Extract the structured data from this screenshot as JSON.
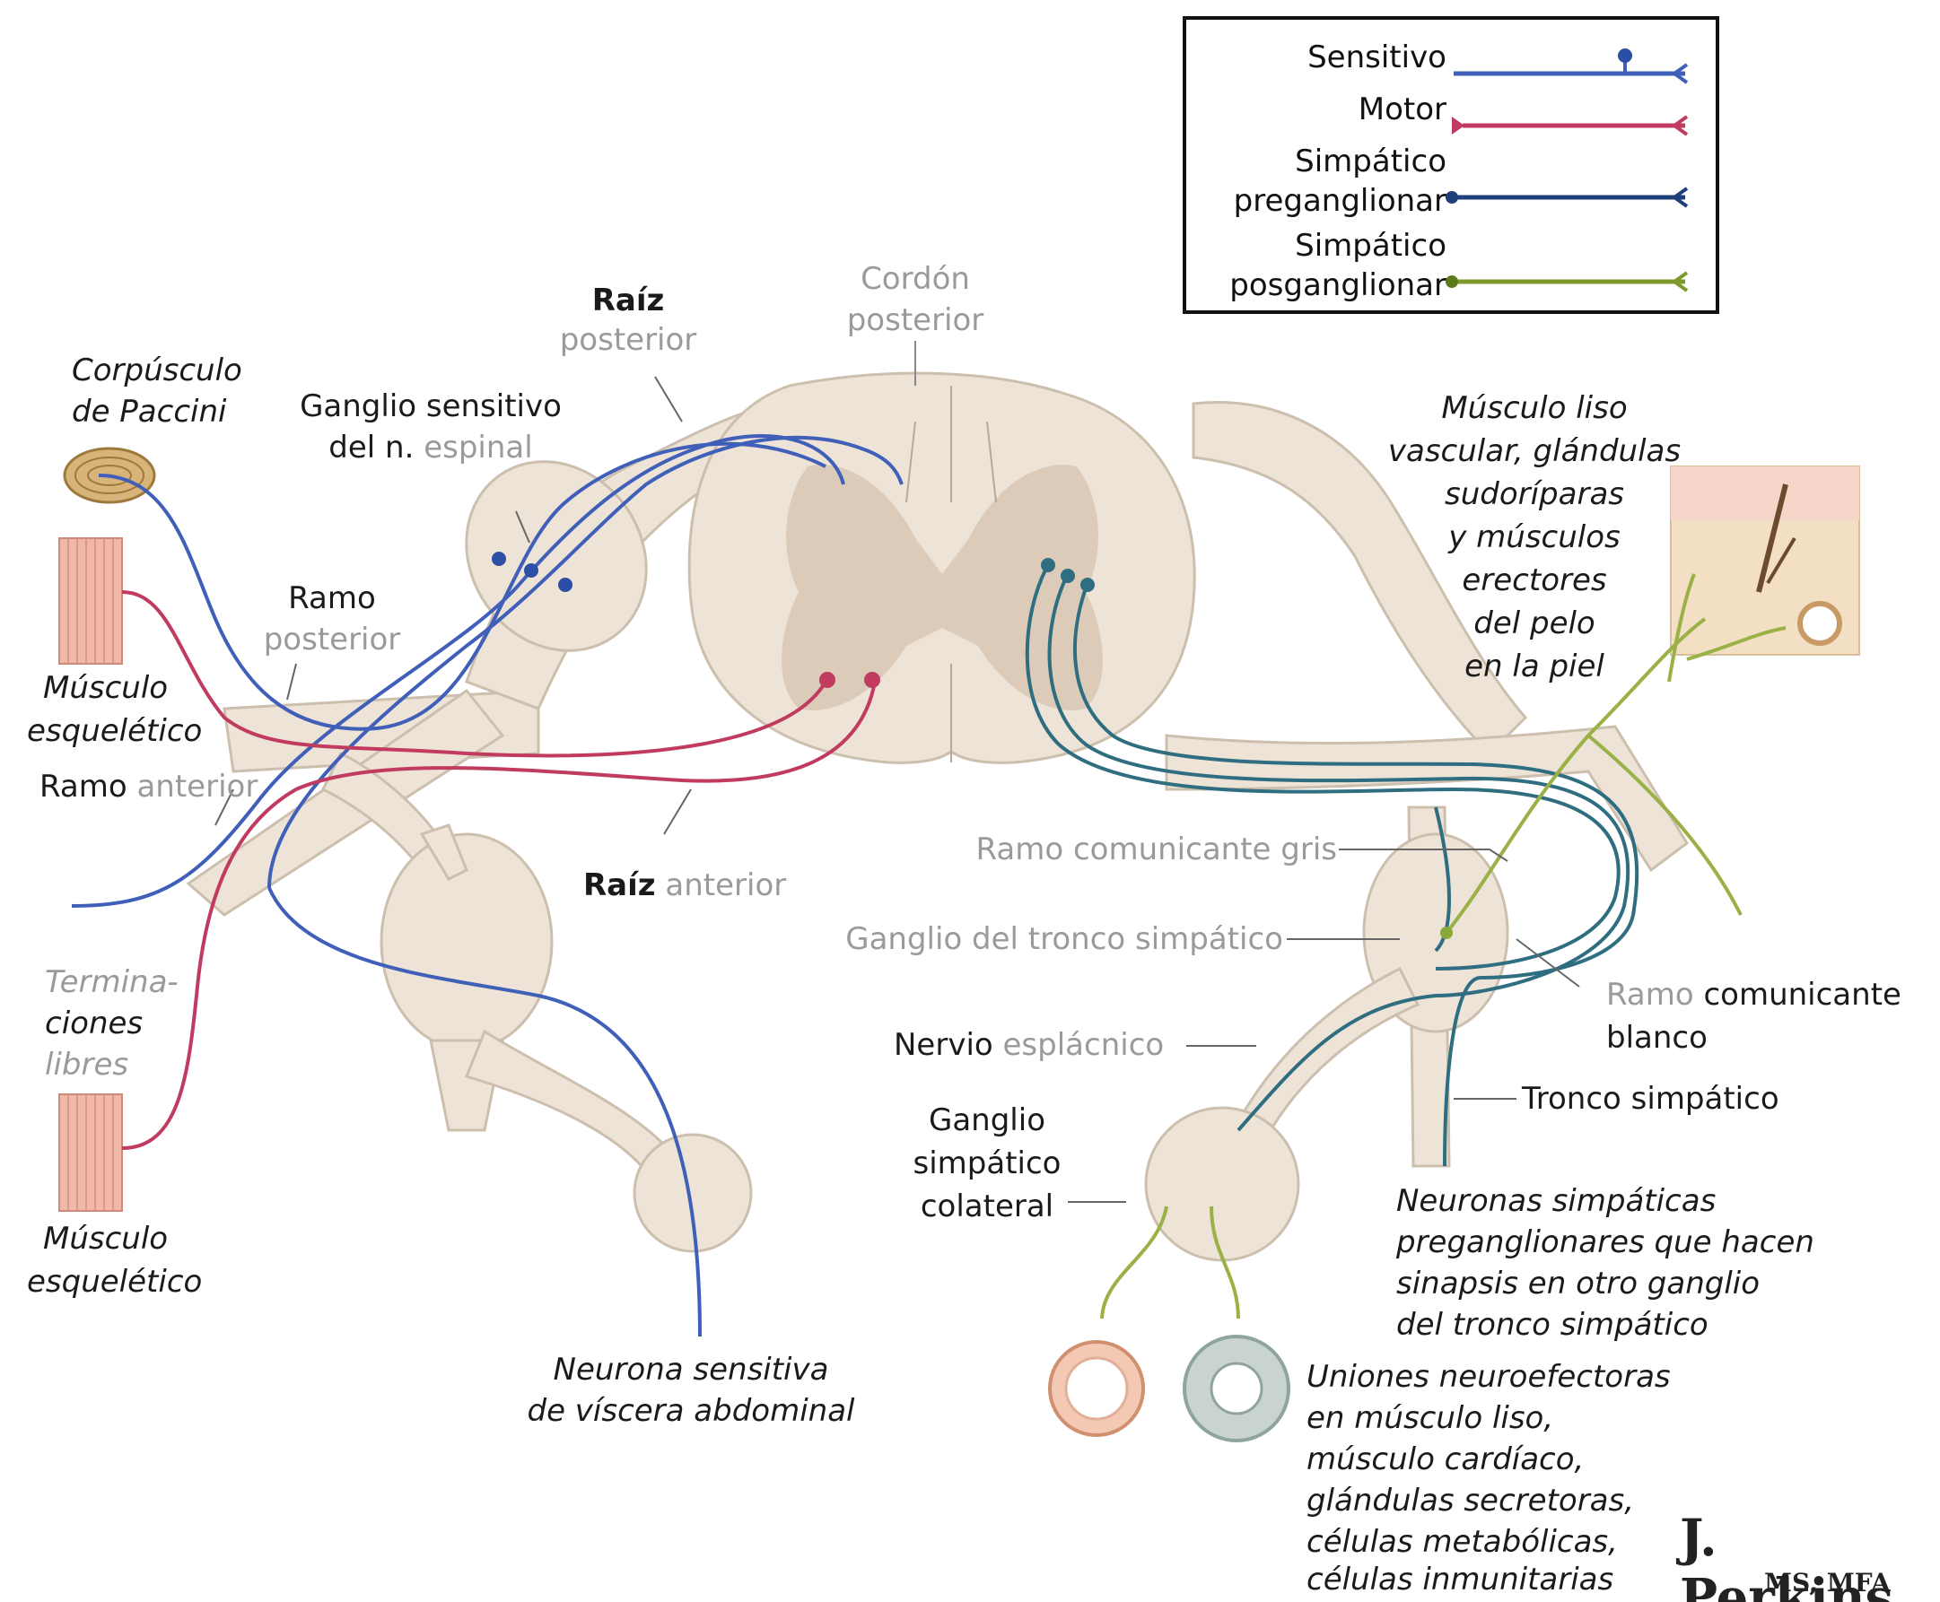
{
  "legend": [
    {
      "label": "Sensitivo",
      "color": "#3f5fb8"
    },
    {
      "label": "Motor",
      "color": "#c03b5f"
    },
    {
      "label_line1": "Simpático",
      "label_line2": "preganglionar",
      "color": "#1f3f7a"
    },
    {
      "label_line1": "Simpático",
      "label_line2": "posganglionar",
      "color": "#7e9a2c"
    }
  ],
  "labels": {
    "paccini": [
      "Corpúsculo",
      "de Paccini"
    ],
    "ganglio_sensitivo": [
      "Ganglio sensitivo"
    ],
    "ganglio_sensitivo_line2_dark": "del n.",
    "ganglio_sensitivo_line2_gray": "espinal",
    "raiz_posterior": [
      "Raíz",
      "posterior"
    ],
    "cordon_posterior": [
      "Cordón",
      "posterior"
    ],
    "ramo_posterior": [
      "Ramo",
      "posterior"
    ],
    "musculo_esqueletico_1": [
      "Músculo",
      "esquelético"
    ],
    "ramo_anterior": [
      "Ramo",
      "anterior"
    ],
    "terminaciones": [
      "Termina-",
      "ciones",
      "libres"
    ],
    "musculo_esqueletico_2": [
      "Músculo",
      "esquelético"
    ],
    "raiz_anterior": [
      "Raíz",
      "anterior"
    ],
    "neurona_visceral": [
      "Neurona sensitiva",
      "de víscera abdominal"
    ],
    "musculo_liso": [
      "Músculo liso",
      "vascular, glándulas",
      "sudoríparas",
      "y músculos",
      "erectores",
      "del pelo",
      "en la piel"
    ],
    "ramo_gris": "Ramo comunicante gris",
    "ganglio_tronco": "Ganglio del tronco simpático",
    "ramo_blanco": [
      "Ramo",
      "comunicante",
      "blanco"
    ],
    "nervio_esplacnico": [
      "Nervio",
      "esplácnico"
    ],
    "tronco_simpatico": "Tronco simpático",
    "ganglio_colateral": [
      "Ganglio",
      "simpático",
      "colateral"
    ],
    "neuronas_preganglionares": [
      "Neuronas simpáticas",
      "preganglionares que hacen",
      "sinapsis en otro ganglio",
      "del tronco simpático"
    ],
    "uniones": [
      "Uniones neuroefectoras",
      "en músculo liso,",
      "músculo cardíaco,",
      "glándulas secretoras,",
      "células metabólicas,",
      "células inmunitarias"
    ]
  },
  "signature": {
    "name": "J. Perkins",
    "degrees": "MS, MFA"
  },
  "colors": {
    "tissue": "#ede3d6",
    "gray_matter": "#dccbb8",
    "sensory": "#3f5fb8",
    "motor": "#c03b5f",
    "preganglionic": "#2f6d80",
    "postganglionic": "#99b145"
  }
}
